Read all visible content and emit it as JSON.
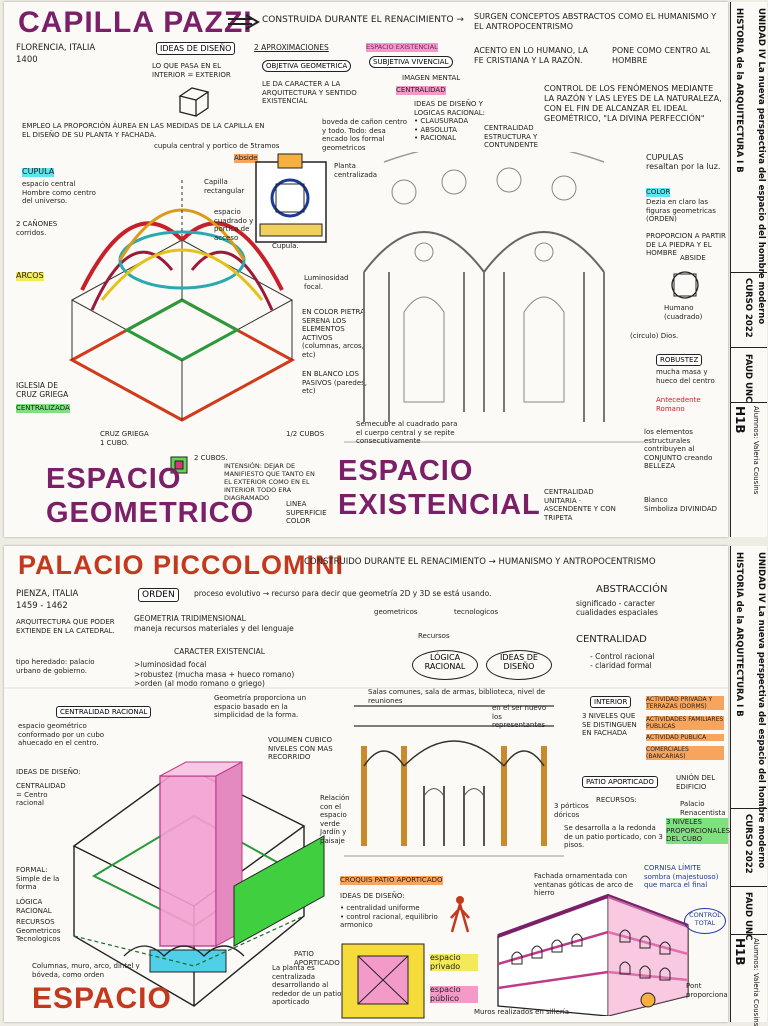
{
  "page1": {
    "title": "CAPILLA PAZZI",
    "arrow1": "CONSTRUIDA DURANTE EL RENACIMIENTO →",
    "concepts": "SURGEN CONCEPTOS ABSTRACTOS COMO EL HUMANISMO Y EL ANTROPOCENTRISMO",
    "location": "FLORENCIA, ITALIA\n1400",
    "ideas_box": "IDEAS DE DISEÑO",
    "ideas_sub": "2 APROXIMACIONES",
    "aprox_1": "OBJETIVA GEOMETRICA",
    "aprox_2": "SUBJETIVA VIVENCIAL",
    "espacio_existencial_tag": "ESPACIO EXISTENCIAL",
    "interior_note": "LO QUE PASA EN EL INTERIOR = EXTERIOR",
    "da_caracter": "LE DA CARACTER A LA ARQUITECTURA Y SENTIDO EXISTENCIAL",
    "imagen_mental": "IMAGEN MENTAL",
    "centralidad_tag": "CENTRALIDAD",
    "ideas_racional": "IDEAS DE DISEÑO Y LOGICAS RACIONAL:\n• CLAUSURADA\n• ABSOLUTA\n• RACIONAL",
    "acento": "ACENTO EN LO HUMANO, LA FE CRISTIANA Y LA RAZÓN.",
    "pone_centro": "PONE COMO CENTRO AL HOMBRE",
    "control": "CONTROL DE LOS FENÓMENOS MEDIANTE LA RAZÓN Y LAS LEYES DE LA NATURALEZA, CON EL FIN DE ALCANZAR EL IDEAL GEOMÉTRICO, \"LA DIVINA PERFECCIÓN\"",
    "proporcion": "EMPLEO LA PROPORCIÓN ÁUREA EN LAS MEDIDAS DE LA CAPILLA EN EL DISEÑO DE SU PLANTA Y FACHADA.",
    "cupula_note": "cupula central y portico de 5tramos",
    "boveda": "boveda de cañon centro y todo. Todo: desa encado los formal geometricos",
    "centralidad_tortura": "CENTRALIDAD ESTRUCTURA Y CONTUNDENTE",
    "cupula_tag": "CUPULA",
    "cupula_text": "espacio central\nHombre como centro del universo.",
    "cañones": "2 CAÑONES corridos.",
    "arcos_tag": "ARCOS",
    "abside_tag": "Abside",
    "capilla_rect": "Capilla rectangular",
    "espacio_cuad": "espacio cuadrado y portico de acceso",
    "planta_label": "Planta centralizada",
    "cupula_small": "Cupula.",
    "luminosidad": "Luminosidad focal.",
    "encontra": "EN COLOR PIETRA SERENA LOS ELEMENTOS ACTIVOS (columnas, arcos, etc)",
    "en_blanco": "EN BLANCO LOS PASIVOS (paredes, etc)",
    "semicubo": "Semecubre al cuadrado para el cuerpo central y se repite consecutivamente",
    "iglesia": "IGLESIA DE CRUZ GRIEGA",
    "centralizada": "CENTRALIZADA",
    "cruz_griega": "CRUZ GRIEGA\n1 CUBO.",
    "cubos_half": "1/2 CUBOS",
    "cubos_2": "2 CUBOS.",
    "intension": "INTENSIÓN: DEJAR DE MANIFIESTO QUE TANTO EN EL EXTERIOR COMO EN EL INTERIOR TODO ERA DIAGRAMADO",
    "linea_color": "LINEA SUPERFICIE COLOR",
    "espacio_geometrico": "ESPACIO\nGEOMETRICO",
    "espacio_existencial": "ESPACIO\nEXISTENCIAL",
    "centralidad_unitaria": "CENTRALIDAD UNITARIA · ASCENDENTE Y CON TRIPETA",
    "cupulas": "CUPULAS\nresaltan por la luz.",
    "color_tag": "COLOR",
    "color_text": "Dezia en claro las figuras geometricas (ORDEN)",
    "proporcion_side": "PROPORCION A PARTIR DE LA PIEDRA Y EL HOMBRE",
    "abside_right": "ABSIDE",
    "humano": "Humano (cuadrado)",
    "circulo": "(circulo) Dios.",
    "robustez": "ROBUSTEZ",
    "mucha_masa": "mucha masa y hueco del centro",
    "antecedente": "Antecedente Romano",
    "elementos": "los elementos estructurales contribuyen al CONJUNTO creando BELLEZA",
    "blanco": "Blanco\nSimboliza DIVINIDAD"
  },
  "page2": {
    "title": "PALACIO PICCOLOMINI",
    "arrow1": "CONSTRUIDO DURANTE EL RENACIMIENTO → HUMANISMO Y ANTROPOCENTRISMO",
    "location": "PIENZA, ITALIA\n1459 - 1462",
    "arquitectura": "ARQUITECTURA QUE PODER EXTIENDE EN LA CATEDRAL.",
    "tipo_heredado": "tipo heredado: palacio urbano de gobierno.",
    "orden_box": "ORDEN",
    "proceso": "proceso evolutivo → recurso para decir que geometría 2D y 3D se está usando.",
    "geometria": "GEOMETRIA TRIDIMENSIONAL\nmaneja recursos materiales y del lenguaje",
    "caracter": "CARACTER EXISTENCIAL",
    "lista_caracter": ">luminosidad focal\n>robustez (mucha masa + hueco romano)\n>orden (al modo romano o griego)",
    "geometricos": "geometricos",
    "tecnologicos": "tecnologicos",
    "recursos": "Recursos",
    "logica": "LÓGICA RACIONAL",
    "ideas_diseno": "IDEAS DE DISEÑO",
    "abstraccion": "ABSTRACCIÓN",
    "abstraccion_sub": "significado - caracter cualidades espaciales",
    "centralidad": "CENTRALIDAD",
    "centralidad_sub": "- Control racional\n- claridad formal",
    "centralidad_racional": "CENTRALIDAD RACIONAL",
    "espacio_geometrico_note": "espacio geométrico conformado por un cubo ahuecado en el centro.",
    "geometria_prop": "Geometría proporciona un espacio basado en la simplicidad de la forma.",
    "volumen": "VOLUMEN CUBICO\nNIVELES CON MAS RECORRIDO",
    "ideas_diseno_left": "IDEAS DE DISEÑO:",
    "centralidad_left": "CENTRALIDAD\n= Centro\nracional",
    "forma_left": "FORMAL: Simple de la forma",
    "logica_left": "LÓGICA RACIONAL",
    "recursos_left": "RECURSOS\nGeometricos\nTecnologicos",
    "columnas": "Columnas, muro, arco, dintel y bóveda, como orden",
    "relacion": "Relación con el espacio verde\nJardín y paisaje",
    "patio_label": "PATIO APORTICADO",
    "planta_centralizada": "La planta es centralizada desarrollando al rededor de un patio aporticado",
    "espacio_big": "ESPACIO",
    "salas": "Salas comunes, sala de armas, biblioteca, nivel de reuniones",
    "ser_nuevo": "en el ser nuevo los representantes",
    "porticos": "3 pórticos dóricos",
    "se_desarrolla": "Se desarrolla a la redonda de un patio porticado, con 3 pisos.",
    "croquis": "CROQUIS PATIO APORTICADO",
    "ideas_patio": "IDEAS DE DISEÑO:",
    "centralidad_uniforme": "• centralidad uniforme\n• control racional, equilibrio armonico",
    "espacio_privado": "espacio privado",
    "espacio_publico": "espacio público",
    "interior": "INTERIOR",
    "niveles": "3 NIVELES QUE SE DISTINGUEN EN FACHADA",
    "actividad_privada": "ACTIVIDAD PRIVADA Y TERRAZAS (DORMS)",
    "actividad_familiar": "ACTIVIDADES FAMILIARES PUBLICAS",
    "actividad_publica": "ACTIVIDAD PUBLICA",
    "comerciales": "COMERCIALES (BANCARIAS)",
    "patio_aporticado": "PATIO APORTICADO",
    "union_edificio": "UNIÓN DEL EDIFICIO",
    "recursos_right": "RECURSOS:",
    "palacio_renacentista": "Palacio Renacentista",
    "niveles_cubo": "3 NIVELES PROPORCIONALES DEL CUBO",
    "fachada": "Fachada ornamentada con ventanas góticas de arco de hierro",
    "cornisa": "CORNISA LÍMITE sombra (majestuoso) que marca el final",
    "control_total": "CONTROL TOTAL",
    "pont": "Pont proporciona",
    "muros": "Muros realizados en sillería"
  },
  "sidebar": {
    "historia": "HISTORIA de la ARQUITECTURA I B",
    "unidad": "UNIDAD IV  La nueva perspectiva del espacio del hombre moderno",
    "curso": "CURSO 2022",
    "faud": "FAUD UNC",
    "h1b": "H1B",
    "alumnos": "Alumnos: Valeria Cousins"
  }
}
